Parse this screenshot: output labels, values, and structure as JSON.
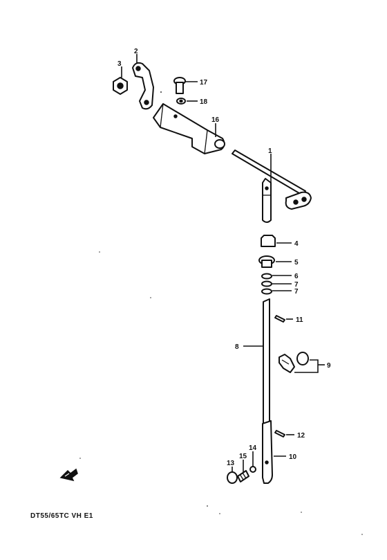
{
  "caption": "DT55/65TC VH E1",
  "callouts": [
    "1",
    "2",
    "3",
    "4",
    "5",
    "6",
    "7",
    "7",
    "8",
    "9",
    "10",
    "11",
    "12",
    "13",
    "14",
    "15",
    "16",
    "17",
    "18"
  ],
  "colors": {
    "ink": "#111111",
    "paper": "#ffffff"
  },
  "icons": {
    "direction": "front-arrow-icon"
  }
}
